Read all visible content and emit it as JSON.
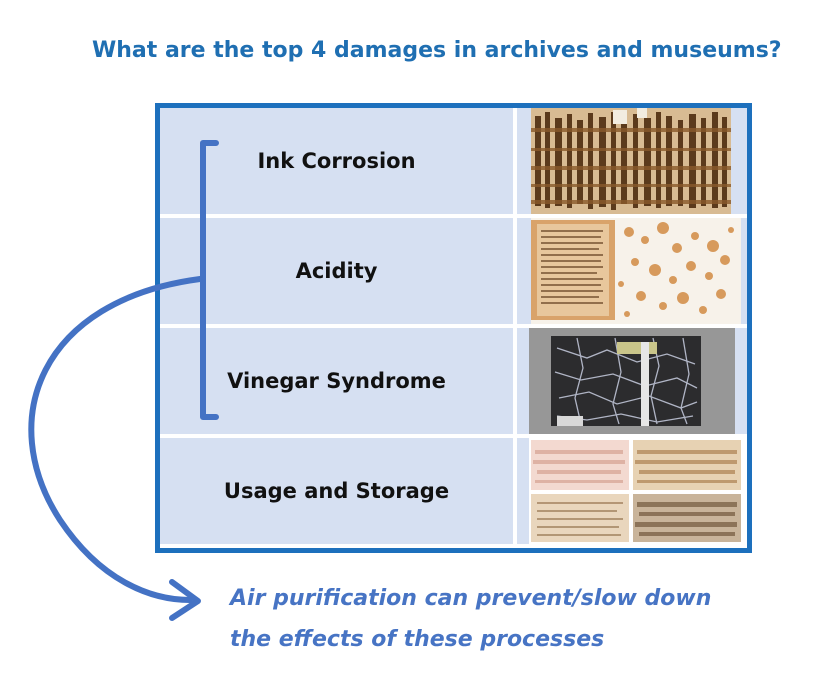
{
  "title": "What are the top 4 damages in archives and museums?",
  "rows": [
    {
      "label": "Ink Corrosion",
      "image": "ink-corrosion-photo"
    },
    {
      "label": "Acidity",
      "image": "acidity-photo"
    },
    {
      "label": "Vinegar Syndrome",
      "image": "vinegar-syndrome-photo"
    },
    {
      "label": "Usage and Storage",
      "image": "usage-storage-photo"
    }
  ],
  "note": {
    "line1": "Air purification can prevent/slow down",
    "line2": "the effects of these processes"
  },
  "colors": {
    "title": "#1f6fb2",
    "table_border": "#1d70bd",
    "cell_fill": "#d6e0f2",
    "bracket_arrow": "#4472c4",
    "note": "#4774c4"
  }
}
